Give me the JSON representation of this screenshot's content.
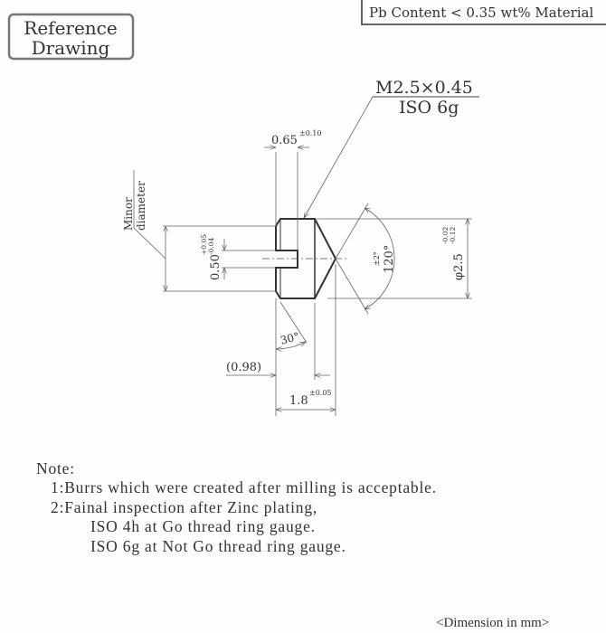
{
  "stamp": {
    "line1": "Reference",
    "line2": "Drawing"
  },
  "material": "Pb Content < 0.35 wt% Material",
  "thread": {
    "spec": "M2.5×0.45",
    "tolerance": "ISO 6g"
  },
  "dimensions": {
    "slot_depth": "0.65",
    "slot_depth_tol": "±0.10",
    "minor_label_1": "Minor",
    "minor_label_2": "diameter",
    "slot_width": "0.50",
    "slot_width_tol_upper": "+0.05",
    "slot_width_tol_lower": "-0.04",
    "angle": "120°",
    "angle_tol": "±2°",
    "diameter": "φ2.5",
    "diameter_tol_upper": "-0.02",
    "diameter_tol_lower": "-0.12",
    "chamfer_angle": "30°",
    "body_length": "(0.98)",
    "total_length": "1.8",
    "total_length_tol": "±0.05"
  },
  "notes": {
    "title": "Note:",
    "item1": "1:Burrs which were created after milling is acceptable.",
    "item2": "2:Fainal inspection after Zinc plating,",
    "item2a": "ISO 4h at Go thread ring gauge.",
    "item2b": "ISO 6g at Not Go thread ring gauge."
  },
  "units": "<Dimension in mm>"
}
